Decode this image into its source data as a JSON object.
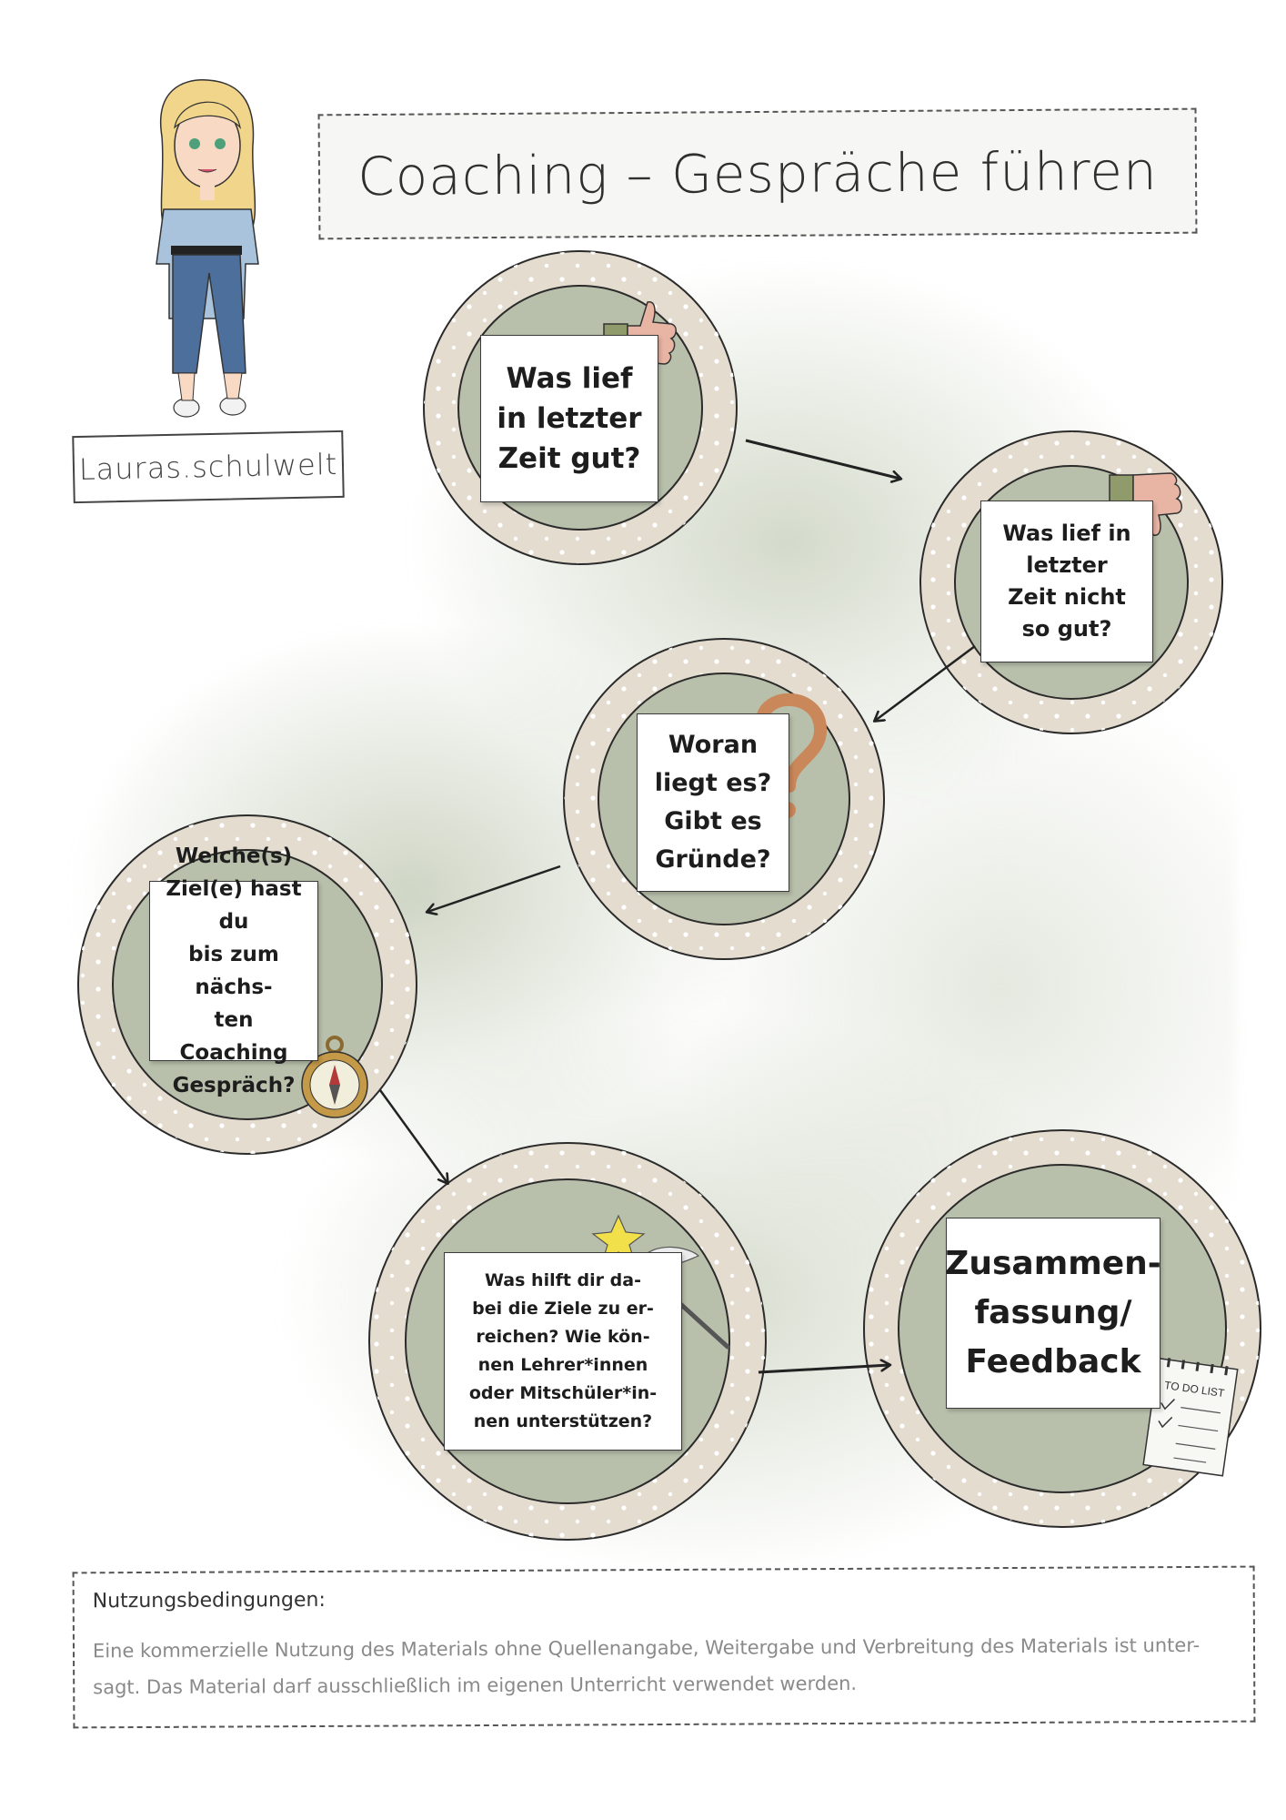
{
  "title": "Coaching – Gespräche führen",
  "brand": "Lauras.schulwelt",
  "steps": [
    {
      "text": "Was lief\nin letzter\nZeit gut?",
      "icon": "thumbs-up-icon"
    },
    {
      "text": "Was lief in\nletzter\nZeit nicht\nso gut?",
      "icon": "thumbs-down-icon"
    },
    {
      "text": "Woran\nliegt es?\nGibt es\nGründe?",
      "icon": "question-mark-icon"
    },
    {
      "text": "Welche(s)\nZiel(e) hast du\nbis zum nächs-\nten Coaching\nGespräch?",
      "icon": "compass-icon"
    },
    {
      "text": "Was hilft dir da-\nbei die Ziele zu er-\nreichen? Wie kön-\nnen Lehrer*innen\noder Mitschüler*in-\nnen unterstützen?",
      "icon": "magic-wand-icon"
    },
    {
      "text": "Zusammen-\nfassung/\nFeedback",
      "icon": "todo-list-icon"
    }
  ],
  "todo_label": "TO DO LIST",
  "terms": {
    "heading": "Nutzungsbedingungen:",
    "text": "Eine kommerzielle Nutzung des Materials ohne Quellenangabe, Weitergabe und Verbreitung des Materials ist unter-\nsagt. Das Material darf ausschließlich im eigenen Unterricht verwendet werden."
  },
  "colors": {
    "circle_outer": "#e3dccf",
    "circle_inner": "#b7bea9",
    "wash": "#b4bea2",
    "ink": "#222222"
  }
}
